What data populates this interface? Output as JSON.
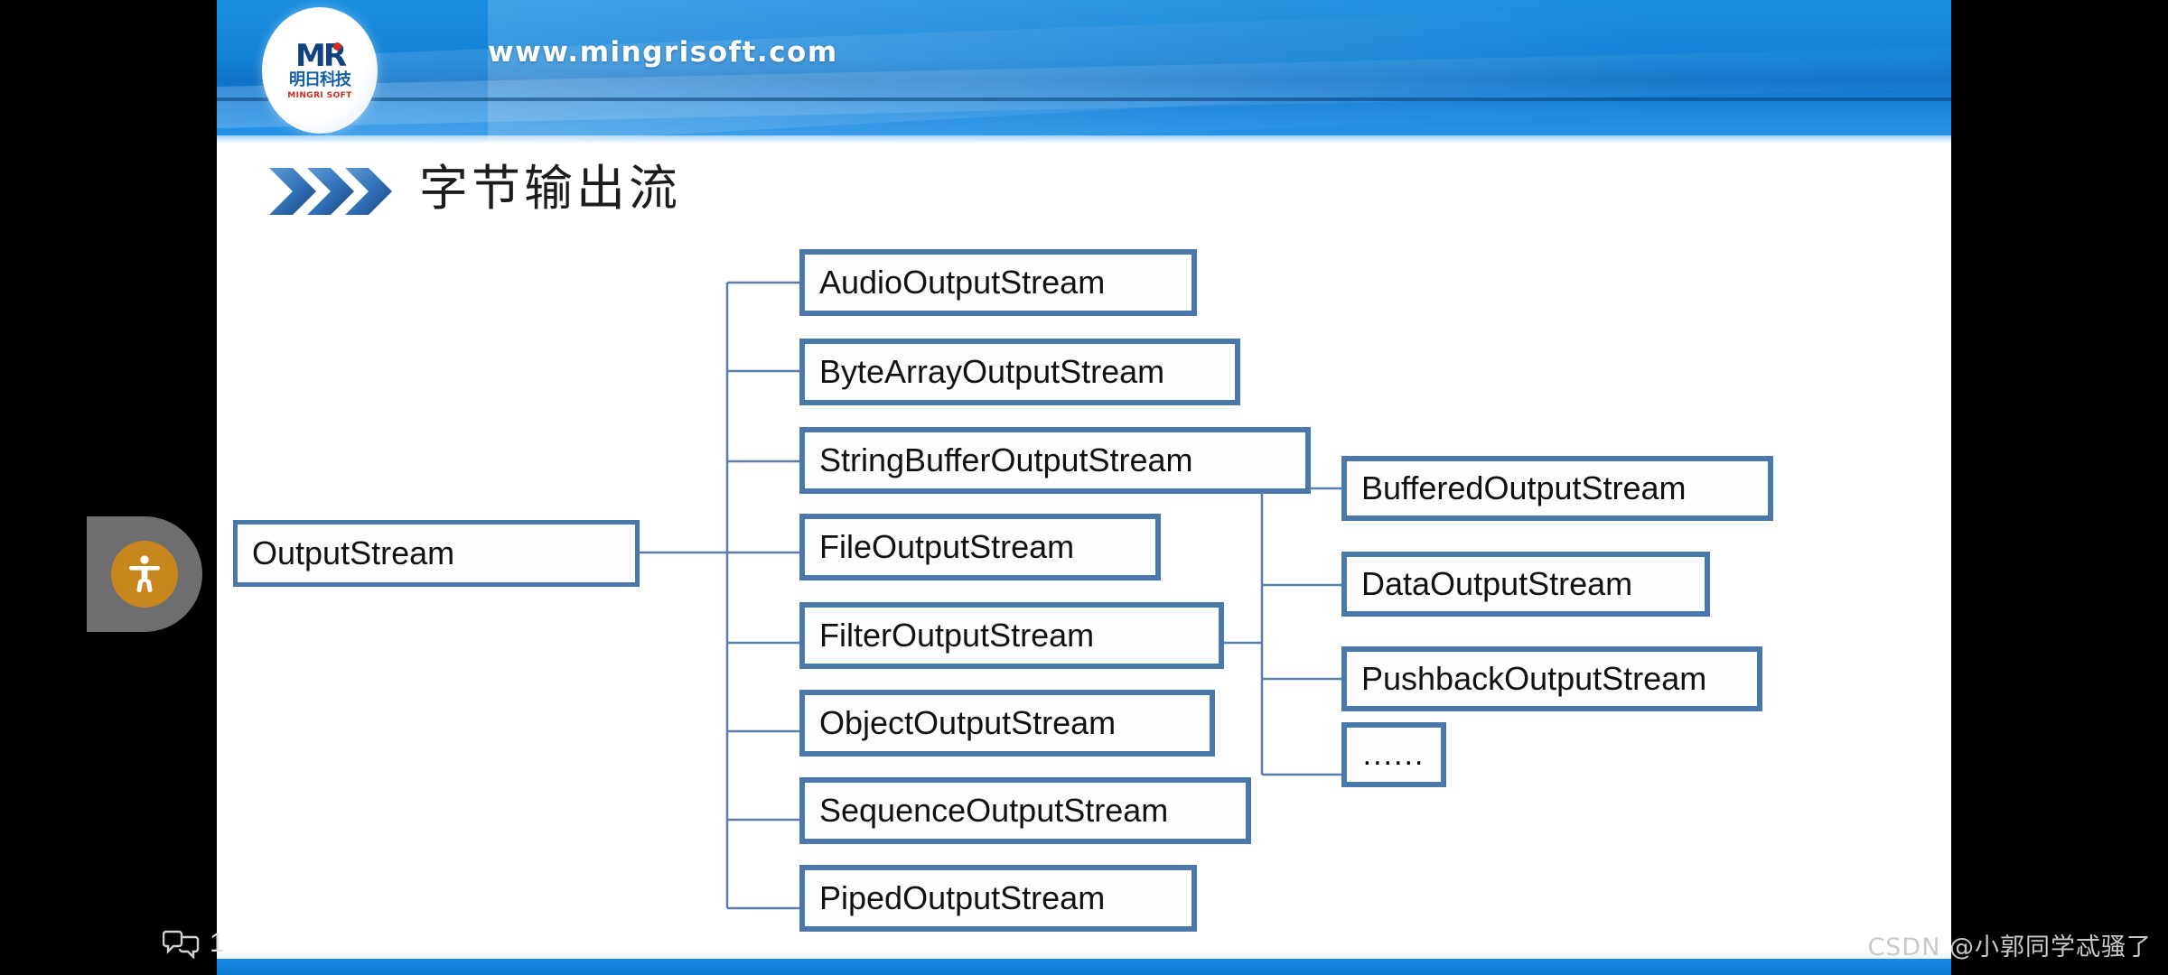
{
  "slide": {
    "header": {
      "site_url": "www.mingrisoft.com",
      "logo": {
        "monogram": "MR",
        "company_cn": "明日科技",
        "company_en": "MINGRI SOFT"
      }
    },
    "title": "字节输出流",
    "diagram": {
      "root": {
        "label": "OutputStream"
      },
      "subclasses": [
        {
          "label": "AudioOutputStream"
        },
        {
          "label": "ByteArrayOutputStream"
        },
        {
          "label": "StringBufferOutputStream"
        },
        {
          "label": "FileOutputStream"
        },
        {
          "label": "FilterOutputStream"
        },
        {
          "label": "ObjectOutputStream"
        },
        {
          "label": "SequenceOutputStream"
        },
        {
          "label": "PipedOutputStream"
        }
      ],
      "filter_subclasses": [
        {
          "label": "BufferedOutputStream"
        },
        {
          "label": "DataOutputStream"
        },
        {
          "label": "PushbackOutputStream"
        },
        {
          "label": "......"
        }
      ]
    }
  },
  "overlay": {
    "comment_count": "1",
    "watermark": "CSDN @小郭同学忒骚了"
  },
  "colors": {
    "banner_blue": "#1282d6",
    "node_border": "#4a78ab",
    "connector": "#5a7fa8",
    "accent_orange": "#c8871c",
    "footer_blue": "#1282dd"
  }
}
